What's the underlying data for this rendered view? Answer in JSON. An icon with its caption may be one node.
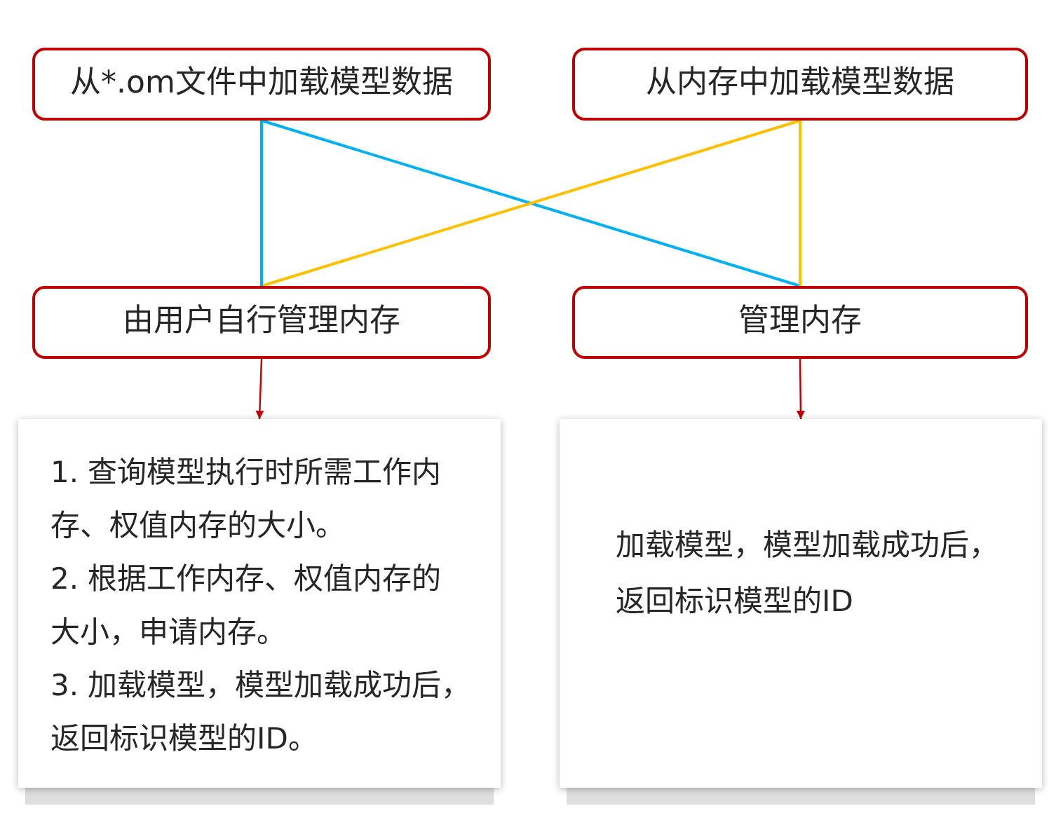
{
  "diagram": {
    "nodes": [
      {
        "text": [
          "从*.om文件中加载模型数据"
        ]
      },
      {
        "text": [
          "从内存中加载模型数据"
        ]
      },
      {
        "text": [
          "由用户自行管理内存"
        ]
      },
      {
        "text": [
          "管理内存"
        ]
      },
      {
        "text": [
          "1. 查询模型执行时所需工作内存、权值内存的大小。",
          "2. 根据工作内存、权值内存的大小，申请内存。",
          "3. 加载模型，模型加载成功后，返回标识模型的ID。"
        ]
      },
      {
        "text": [
          "加载模型，模型加载成功后，返回标识模型的ID"
        ]
      }
    ],
    "edges": [
      {
        "from": 0,
        "to": 2,
        "arrow": "none",
        "color": "#00b0f0"
      },
      {
        "from": 0,
        "to": 3,
        "arrow": "none",
        "color": "#00b0f0"
      },
      {
        "from": 1,
        "to": 3,
        "arrow": "none",
        "color": "#ffc000"
      },
      {
        "from": 1,
        "to": 2,
        "arrow": "none",
        "color": "#ffc000"
      },
      {
        "from": 2,
        "to": 4,
        "arrow": "to",
        "color": "#c00000"
      },
      {
        "from": 3,
        "to": 5,
        "arrow": "to",
        "color": "#c00000"
      }
    ]
  }
}
